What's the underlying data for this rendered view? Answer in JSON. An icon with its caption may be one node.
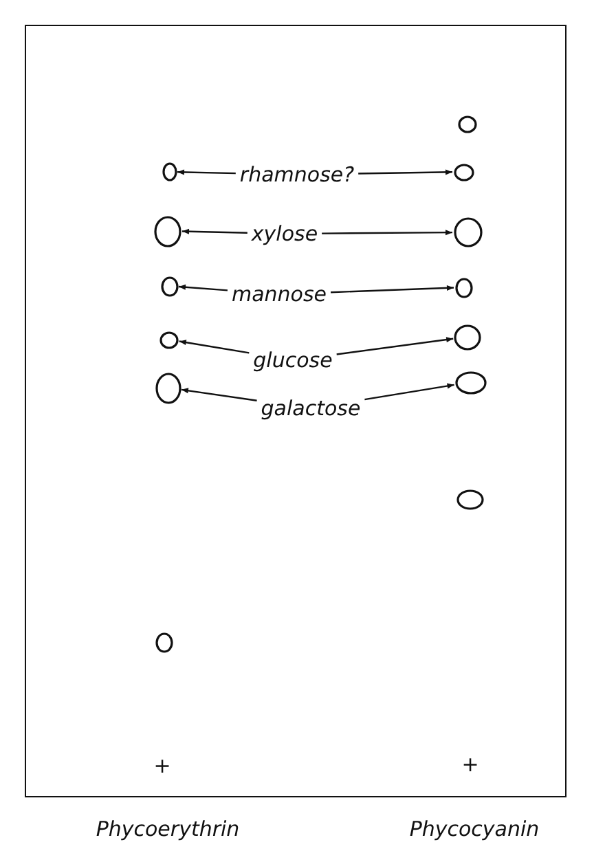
{
  "diagram": {
    "nodes": [
      {
        "text": [],
        "shape": "circle"
      },
      {
        "text": [],
        "shape": "circle"
      },
      {
        "text": [
          "rhamnose?"
        ]
      },
      {
        "text": [],
        "shape": "circle"
      },
      {
        "text": [],
        "shape": "circle"
      },
      {
        "text": [
          "xylose"
        ]
      },
      {
        "text": [],
        "shape": "circle"
      },
      {
        "text": [],
        "shape": "circle"
      },
      {
        "text": [
          "mannose"
        ]
      },
      {
        "text": [],
        "shape": "circle"
      },
      {
        "text": [],
        "shape": "circle"
      },
      {
        "text": [
          "glucose"
        ]
      },
      {
        "text": [],
        "shape": "circle"
      },
      {
        "text": [],
        "shape": "circle"
      },
      {
        "text": [
          "galactose"
        ]
      },
      {
        "text": [],
        "shape": "circle"
      },
      {
        "text": [],
        "shape": "circle"
      },
      {
        "text": [],
        "shape": "circle"
      }
    ],
    "edges": [
      {
        "from": 2,
        "to": 1,
        "arrow": "to"
      },
      {
        "from": 2,
        "to": 3,
        "arrow": "to"
      },
      {
        "from": 5,
        "to": 4,
        "arrow": "to"
      },
      {
        "from": 5,
        "to": 6,
        "arrow": "to"
      },
      {
        "from": 8,
        "to": 7,
        "arrow": "to"
      },
      {
        "from": 8,
        "to": 9,
        "arrow": "to"
      },
      {
        "from": 11,
        "to": 10,
        "arrow": "to"
      },
      {
        "from": 11,
        "to": 12,
        "arrow": "to"
      },
      {
        "from": 14,
        "to": 13,
        "arrow": "to"
      },
      {
        "from": 14,
        "to": 15,
        "arrow": "to"
      }
    ],
    "labels": [
      "+",
      "+",
      "Phycoerythrin",
      "Phycocyanin"
    ]
  }
}
